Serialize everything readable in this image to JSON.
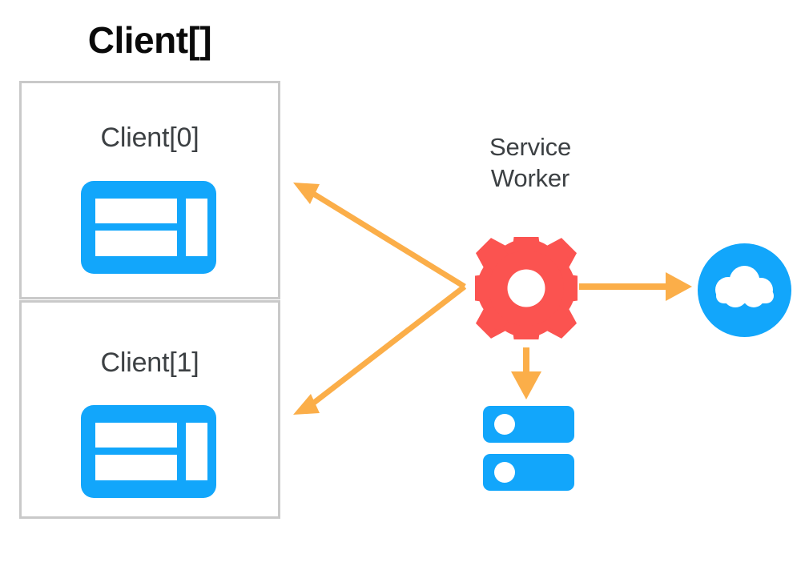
{
  "diagram": {
    "title": "Client[] / Service Worker architecture",
    "background_color": "#ffffff",
    "colors": {
      "blue": "#12A6FB",
      "gear_red": "#FB5350",
      "arrow_orange": "#FBAE49",
      "box_border": "#c9c9c9",
      "title_text": "#0a0a0a",
      "label_text": "#3c4043",
      "icon_white": "#ffffff"
    }
  },
  "clients_group": {
    "title": "Client[]",
    "items": [
      {
        "label": "Client[0]",
        "icon": "browser-window-icon"
      },
      {
        "label": "Client[1]",
        "icon": "browser-window-icon"
      }
    ]
  },
  "service_worker": {
    "label_line1": "Service",
    "label_line2": "Worker",
    "icon": "gear-icon"
  },
  "network": {
    "icon": "cloud-icon",
    "label": ""
  },
  "storage": {
    "icon": "storage-icon",
    "label": ""
  },
  "connections": [
    {
      "name": "service-worker-to-client-0",
      "from": "service-worker",
      "to": "client-0",
      "direction": "to-client",
      "style": "solid-arrow",
      "color": "#FBAE49"
    },
    {
      "name": "service-worker-to-client-1",
      "from": "service-worker",
      "to": "client-1",
      "direction": "to-client",
      "style": "solid-arrow",
      "color": "#FBAE49"
    },
    {
      "name": "service-worker-to-network",
      "from": "service-worker",
      "to": "cloud",
      "direction": "to-cloud",
      "style": "solid-arrow",
      "color": "#FBAE49"
    },
    {
      "name": "service-worker-to-storage",
      "from": "service-worker",
      "to": "storage",
      "direction": "to-storage",
      "style": "solid-arrow",
      "color": "#FBAE49"
    }
  ]
}
